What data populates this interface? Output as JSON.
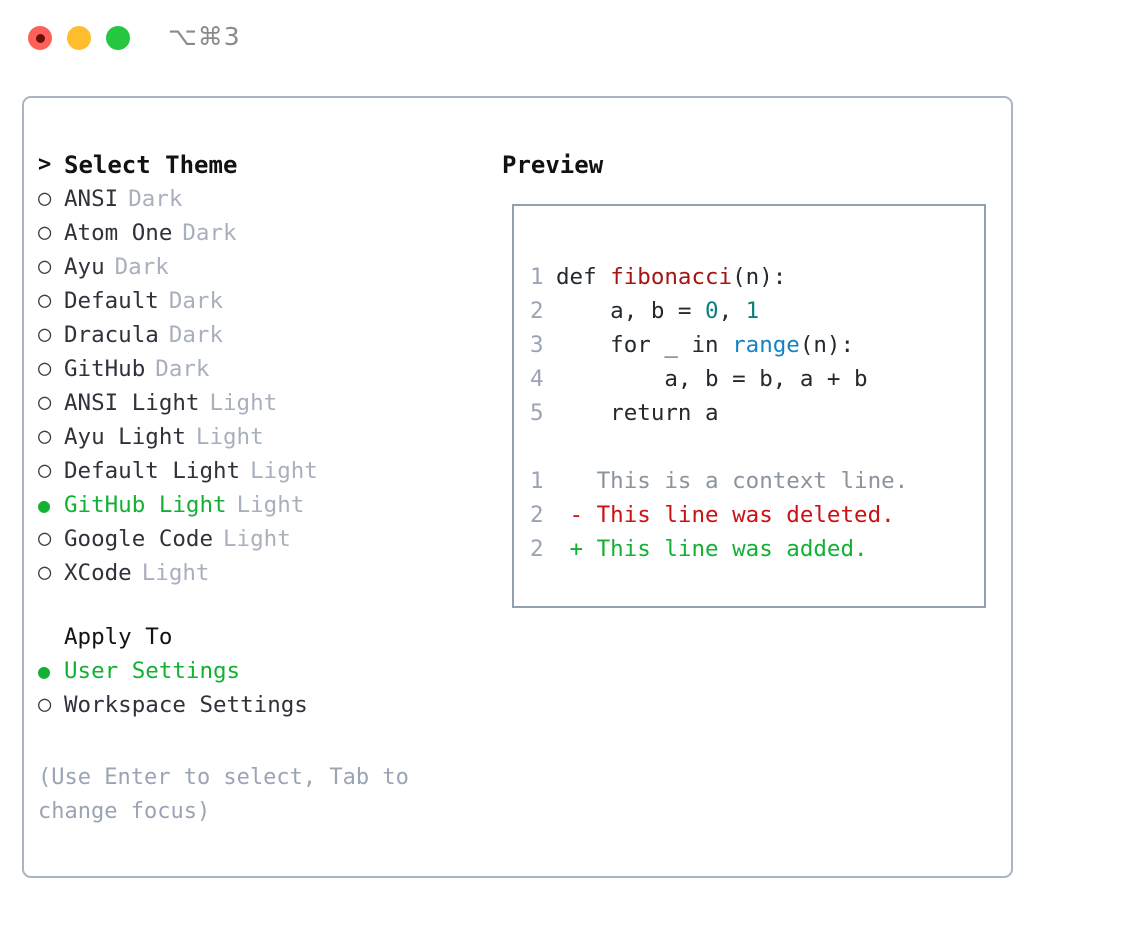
{
  "titlebar": {
    "shortcut": "⌥⌘3",
    "buttons": [
      {
        "name": "close",
        "color": "#ff6159"
      },
      {
        "name": "minimize",
        "color": "#ffbd2e"
      },
      {
        "name": "zoom",
        "color": "#25c640"
      }
    ]
  },
  "colors": {
    "accent_green": "#12b134",
    "muted": "#a9b0bd",
    "hint": "#9aa4b4",
    "border": "#aab4c2",
    "code_border": "#93a0b2",
    "keyword": "#24292e",
    "function": "#a31515",
    "number": "#098080",
    "builtin": "#1681c4",
    "diff_add": "#12b134",
    "diff_del": "#cc1111",
    "diff_ctx": "#8b949e"
  },
  "theme_picker": {
    "heading": "Select Theme",
    "heading_marker": ">",
    "marker_unselected": "○",
    "marker_selected": "●",
    "items": [
      {
        "name": "ANSI",
        "category": "Dark",
        "selected": false
      },
      {
        "name": "Atom One",
        "category": "Dark",
        "selected": false
      },
      {
        "name": "Ayu",
        "category": "Dark",
        "selected": false
      },
      {
        "name": "Default",
        "category": "Dark",
        "selected": false
      },
      {
        "name": "Dracula",
        "category": "Dark",
        "selected": false
      },
      {
        "name": "GitHub",
        "category": "Dark",
        "selected": false
      },
      {
        "name": "ANSI Light",
        "category": "Light",
        "selected": false
      },
      {
        "name": "Ayu Light",
        "category": "Light",
        "selected": false
      },
      {
        "name": "Default Light",
        "category": "Light",
        "selected": false
      },
      {
        "name": "GitHub Light",
        "category": "Light",
        "selected": true
      },
      {
        "name": "Google Code",
        "category": "Light",
        "selected": false
      },
      {
        "name": "XCode",
        "category": "Light",
        "selected": false
      }
    ]
  },
  "apply_to": {
    "heading": "Apply To",
    "options": [
      {
        "label": "User Settings",
        "selected": true
      },
      {
        "label": "Workspace Settings",
        "selected": false
      }
    ]
  },
  "hint": "(Use Enter to select, Tab to change focus)",
  "preview": {
    "title": "Preview",
    "code_lines": [
      {
        "num": "1",
        "tokens": [
          {
            "t": "def ",
            "c": "kw"
          },
          {
            "t": "fibonacci",
            "c": "fn"
          },
          {
            "t": "(n):",
            "c": "kw"
          }
        ]
      },
      {
        "num": "2",
        "tokens": [
          {
            "t": "    a, b = ",
            "c": "kw"
          },
          {
            "t": "0",
            "c": "num"
          },
          {
            "t": ", ",
            "c": "kw"
          },
          {
            "t": "1",
            "c": "num"
          }
        ]
      },
      {
        "num": "3",
        "tokens": [
          {
            "t": "    for _ in ",
            "c": "kw"
          },
          {
            "t": "range",
            "c": "bi"
          },
          {
            "t": "(n):",
            "c": "kw"
          }
        ]
      },
      {
        "num": "4",
        "tokens": [
          {
            "t": "        a, b = b, a + b",
            "c": "kw"
          }
        ]
      },
      {
        "num": "5",
        "tokens": [
          {
            "t": "    return a",
            "c": "kw"
          }
        ]
      }
    ],
    "diff_lines": [
      {
        "num": "1",
        "sign": " ",
        "text": " This is a context line.",
        "kind": "ctx"
      },
      {
        "num": "2",
        "sign": "-",
        "text": " This line was deleted.",
        "kind": "del"
      },
      {
        "num": "2",
        "sign": "+",
        "text": " This line was added.",
        "kind": "add"
      }
    ]
  }
}
